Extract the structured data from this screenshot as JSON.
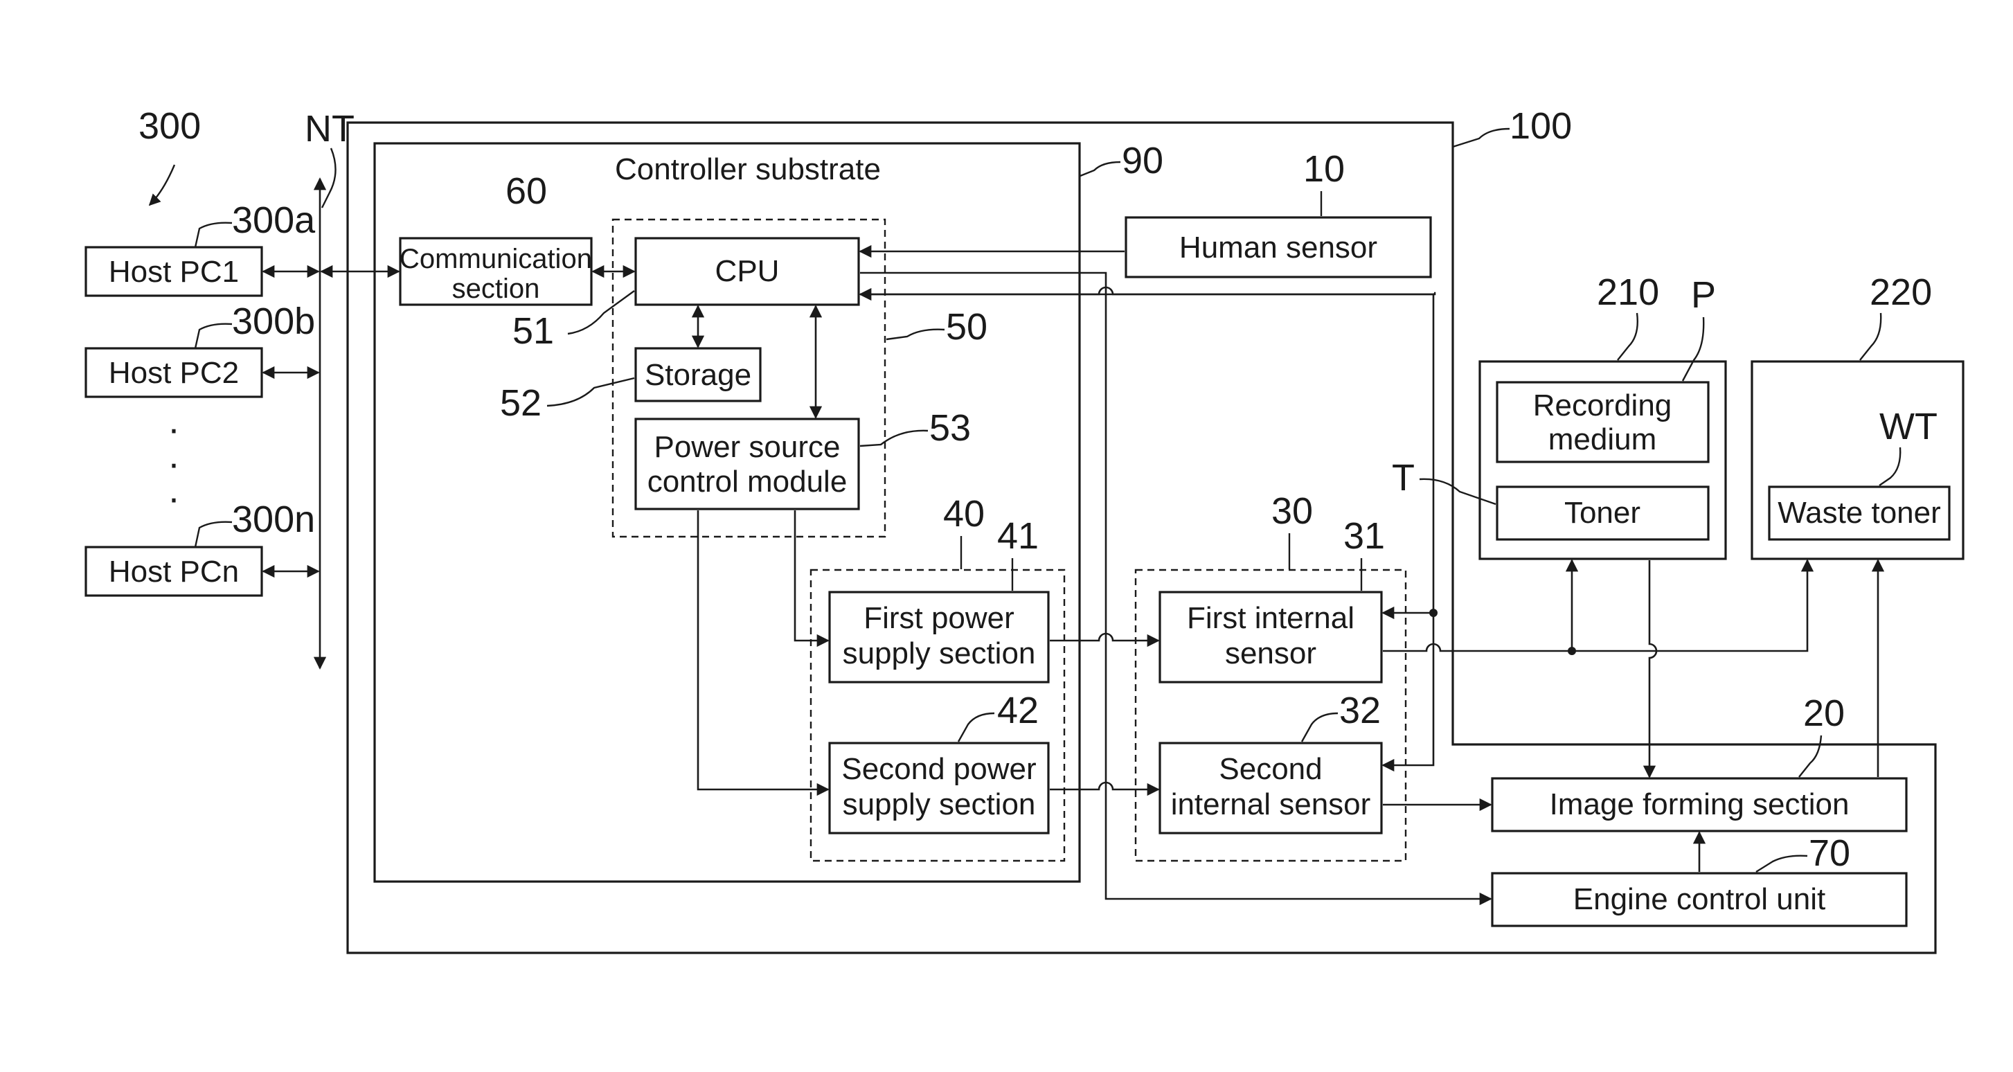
{
  "labels": {
    "controller_substrate": "Controller substrate",
    "communication_l1": "Communication",
    "communication_l2": "section",
    "cpu": "CPU",
    "storage": "Storage",
    "power_ctrl_l1": "Power source",
    "power_ctrl_l2": "control module",
    "first_psu_l1": "First power",
    "first_psu_l2": "supply section",
    "second_psu_l1": "Second power",
    "second_psu_l2": "supply section",
    "human_sensor": "Human sensor",
    "first_sensor_l1": "First internal",
    "first_sensor_l2": "sensor",
    "second_sensor_l1": "Second",
    "second_sensor_l2": "internal sensor",
    "recording_l1": "Recording",
    "recording_l2": "medium",
    "toner": "Toner",
    "waste_toner": "Waste toner",
    "image_forming": "Image forming section",
    "engine_control": "Engine control unit",
    "host1": "Host PC1",
    "host2": "Host PC2",
    "hostn": "Host PCn",
    "ellipsis": "·"
  },
  "refs": {
    "r300": "300",
    "r300a": "300a",
    "r300b": "300b",
    "r300n": "300n",
    "nt": "NT",
    "r100": "100",
    "r90": "90",
    "r60": "60",
    "r10": "10",
    "r51": "51",
    "r50": "50",
    "r52": "52",
    "r53": "53",
    "r40": "40",
    "r41": "41",
    "r42": "42",
    "r30": "30",
    "r31": "31",
    "r32": "32",
    "r210": "210",
    "rp": "P",
    "r220": "220",
    "rwt": "WT",
    "rt": "T",
    "r20": "20",
    "r70": "70"
  }
}
